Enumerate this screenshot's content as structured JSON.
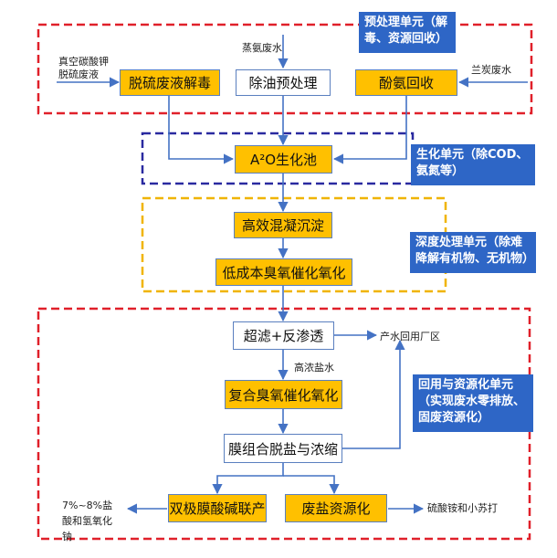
{
  "sections": {
    "pretreatment": "预处理单元（解毒、资源回收）",
    "biochemical": "生化单元（除COD、氨氮等）",
    "advanced": "深度处理单元（除难降解有机物、无机物）",
    "reuse": "回用与资源化单元（实现废水零排放、固废资源化）"
  },
  "inputs": {
    "vacuum_potassium_carbonate": "真空碳酸钾脱硫废液",
    "steam_ammonia": "蒸氨废水",
    "orchid_charcoal": "兰炭废水"
  },
  "processes": {
    "desulfurization_detox": "脱硫废液解毒",
    "oil_removal": "除油预处理",
    "phenol_ammonia_recovery": "酚氨回收",
    "a2o": "A²O生化池",
    "coagulation": "高效混凝沉淀",
    "ozone_low_cost": "低成本臭氧催化氧化",
    "uf_ro": "超滤+反渗透",
    "ozone_composite": "复合臭氧催化氧化",
    "membrane_desalination": "膜组合脱盐与浓缩",
    "bipolar_membrane": "双极膜酸碱联产",
    "waste_salt": "废盐资源化"
  },
  "labels": {
    "reuse_water": "产水回用厂区",
    "high_salt_water": "高浓盐水"
  },
  "outputs": {
    "acid_base": "7%~8%盐酸和氢氧化钠",
    "salts": "硫酸铵和小苏打"
  },
  "colors": {
    "process_fill": "#ffc000",
    "arrow": "#4472c4",
    "pretreatment_border": "#e0202a",
    "biochemical_border": "#2a2aa0",
    "advanced_border": "#f0b400",
    "reuse_border": "#e0202a",
    "note_fill": "#2e66c6"
  }
}
